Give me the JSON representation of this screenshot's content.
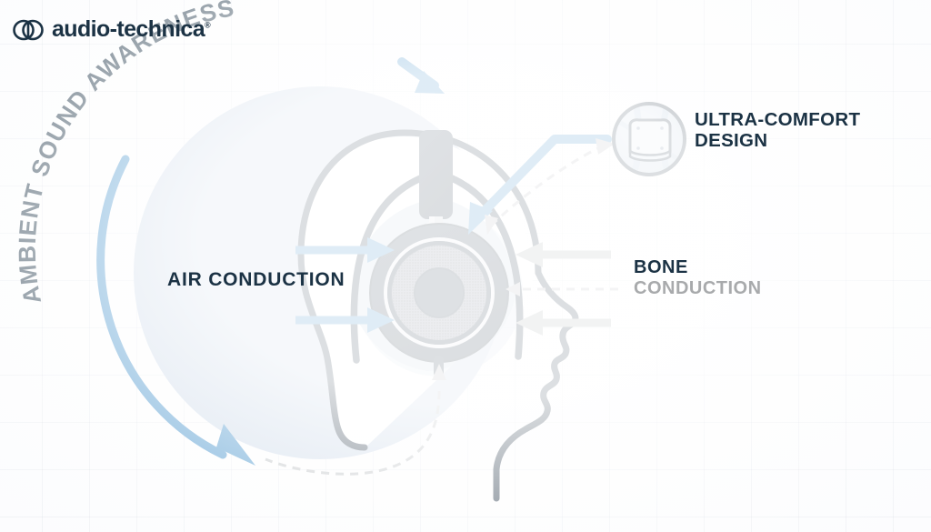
{
  "brand": {
    "logo_text": "audio-technica",
    "logo_registered": "®",
    "logo_mark": "double-circle-mark"
  },
  "colors": {
    "navy": "#1b3244",
    "blue_accent": "#2b83c4",
    "blue_accent_dark": "#1f6ca8",
    "circle_fill": "#c3d2e5",
    "grey_arrow": "#a9adb0",
    "grey_text": "#a8aaac",
    "pad_halo": "#c6d4e4",
    "background": "#fdfdfe",
    "grid_line": "#e6eaef"
  },
  "callouts": {
    "ambient": {
      "text": "AMBIENT SOUND AWARENESS",
      "style": "curved-arc-text",
      "color": "#1b3244"
    },
    "air_conduction": {
      "text": "AIR CONDUCTION",
      "color": "#1b3244",
      "arrow_count": 2,
      "arrow_color": "#2b83c4",
      "arrow_direction": "right"
    },
    "bone_conduction": {
      "line1": "BONE",
      "line2": "CONDUCTION",
      "line1_color": "#1b3244",
      "line2_color": "#a8aaac",
      "arrow_count": 2,
      "arrow_color": "#a9adb0",
      "arrow_direction": "left"
    },
    "ultra_comfort": {
      "line1": "ULTRA-COMFORT",
      "line2": "DESIGN",
      "color": "#1b3244",
      "badge_icon": "ear-pad-cushion-icon"
    }
  },
  "illustration": {
    "head_profile": "human-head-side-profile",
    "headphone": "over-ear-headphone",
    "headphone_brand_tab": "audio-technica",
    "ear_pad_halo": "sound-halo",
    "ambient_circle": "ambient-sound-field-circle"
  }
}
